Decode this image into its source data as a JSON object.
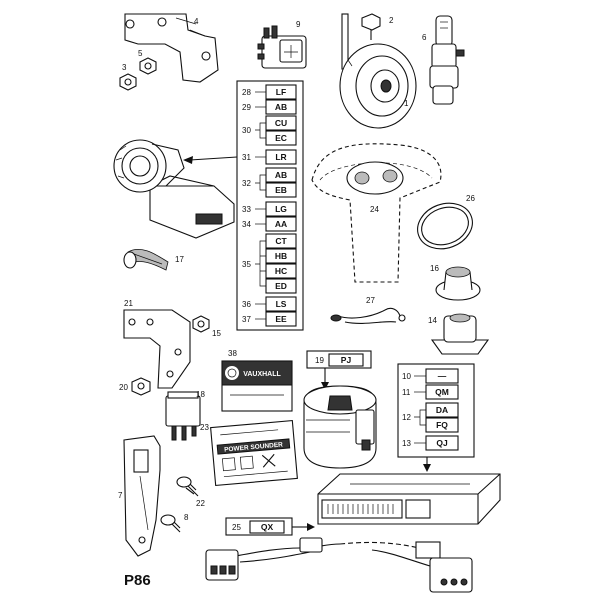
{
  "page_label": "P86",
  "callouts": {
    "n1": "1",
    "n2": "2",
    "n3": "3",
    "n4": "4",
    "n5": "5",
    "n6": "6",
    "n7": "7",
    "n8": "8",
    "n9": "9",
    "n10": "10",
    "n11": "11",
    "n12": "12",
    "n13": "13",
    "n14": "14",
    "n15": "15",
    "n16": "16",
    "n17": "17",
    "n18": "18",
    "n19": "19",
    "n20": "20",
    "n21": "21",
    "n22": "22",
    "n23": "23",
    "n24": "24",
    "n25": "25",
    "n26": "26",
    "n27": "27",
    "n28": "28",
    "n29": "29",
    "n30": "30",
    "n31": "31",
    "n32": "32",
    "n33": "33",
    "n34": "34",
    "n35": "35",
    "n36": "36",
    "n37": "37",
    "n38": "38"
  },
  "codes_main": [
    "LF",
    "AB",
    "CU",
    "EC",
    "LR",
    "AB",
    "EB",
    "LG",
    "AA",
    "CT",
    "HB",
    "HC",
    "ED",
    "LS",
    "EE"
  ],
  "codes_right": [
    "—",
    "QM",
    "DA",
    "FQ",
    "QJ"
  ],
  "code_19": "PJ",
  "code_25": "QX",
  "labels": {
    "vauxhall": "VAUXHALL",
    "power_sounder": "POWER SOUNDER"
  }
}
